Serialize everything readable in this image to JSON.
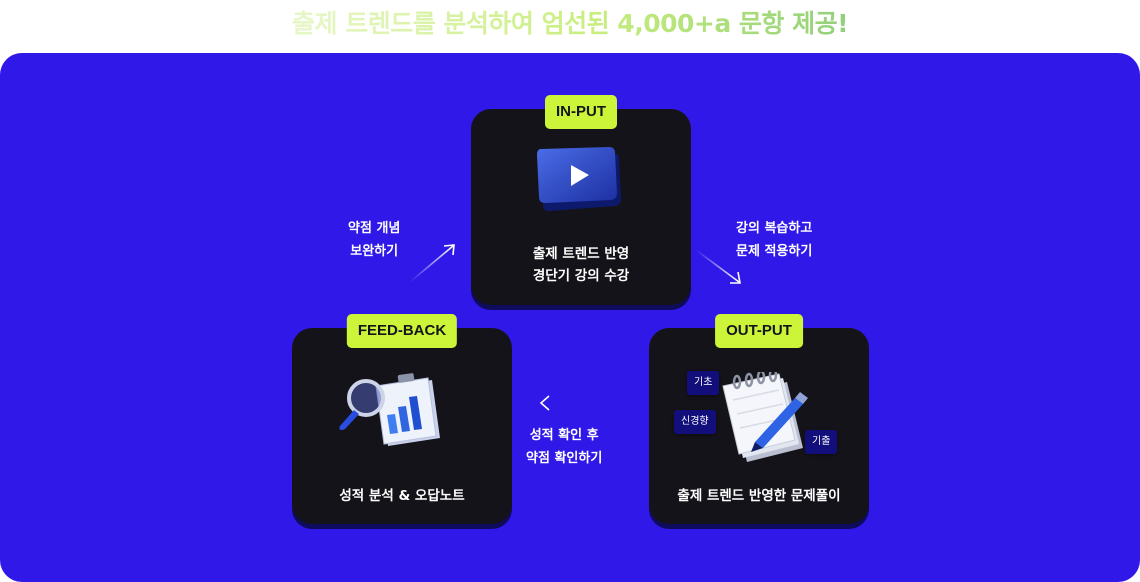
{
  "headline": "출제 트렌드를 분석하여 엄선된 4,000+a 문항 제공!",
  "cards": {
    "input": {
      "badge": "IN-PUT",
      "line1": "출제 트렌드 반영",
      "line2": "경단기 강의 수강",
      "icon": "video-play-icon"
    },
    "output": {
      "badge": "OUT-PUT",
      "line1": "출제 트렌드 반영한 문제풀이",
      "tags": [
        "기초",
        "신경향",
        "기출"
      ],
      "icon": "notebook-pen-icon"
    },
    "feedback": {
      "badge": "FEED-BACK",
      "line1": "성적 분석 & 오답노트",
      "icon": "magnifier-clipboard-chart-icon"
    }
  },
  "flows": {
    "to_input": {
      "line1": "약점 개념",
      "line2": "보완하기"
    },
    "to_output": {
      "line1": "강의 복습하고",
      "line2": "문제 적용하기"
    },
    "to_feedback": {
      "line1": "성적 확인 후",
      "line2": "약점 확인하기"
    }
  },
  "colors": {
    "panel": "#3018e8",
    "card": "#141319",
    "badge": "#ccf53a",
    "tag": "#120e7c"
  }
}
